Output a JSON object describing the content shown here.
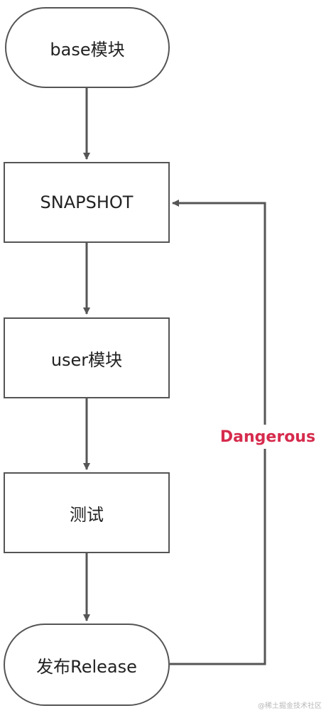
{
  "nodes": {
    "start": "base模块",
    "snapshot": "SNAPSHOT",
    "user": "user模块",
    "test": "测试",
    "release": "发布Release"
  },
  "edge_label": "Dangerous",
  "watermark": "@稀土掘金技术社区",
  "colors": {
    "stroke": "#555555",
    "label": "#d62b4d",
    "background": "#ffffff"
  }
}
